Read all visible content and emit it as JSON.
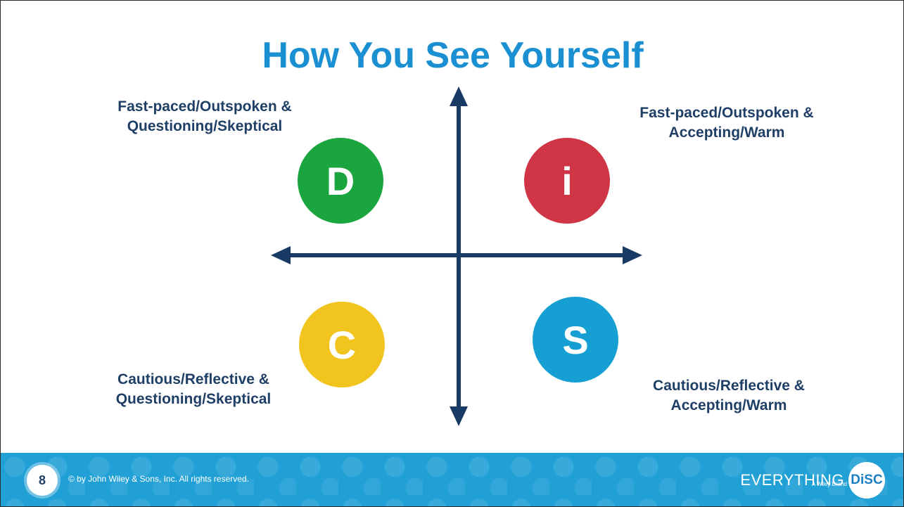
{
  "title": "How You See Yourself",
  "quadrants": {
    "top_left": {
      "line1": "Fast-paced/Outspoken &",
      "line2": "Questioning/Skeptical",
      "letter": "D",
      "color": "#1aa53f"
    },
    "top_right": {
      "line1": "Fast-paced/Outspoken &",
      "line2": "Accepting/Warm",
      "letter": "i",
      "color": "#cf3545"
    },
    "bottom_left": {
      "line1": "Cautious/Reflective &",
      "line2": "Questioning/Skeptical",
      "letter": "C",
      "color": "#f2c41e"
    },
    "bottom_right": {
      "line1": "Cautious/Reflective &",
      "line2": "Accepting/Warm",
      "letter": "S",
      "color": "#159fd3"
    }
  },
  "axis_color": "#1a3a66",
  "footer": {
    "page_number": "8",
    "copyright": "© by John Wiley & Sons, Inc. All rights reserved.",
    "brand_word": "EVERYTHING",
    "brand_badge": "DiSC",
    "brand_sub": "A Wiley Brand",
    "bg_color": "#21a0d6"
  }
}
